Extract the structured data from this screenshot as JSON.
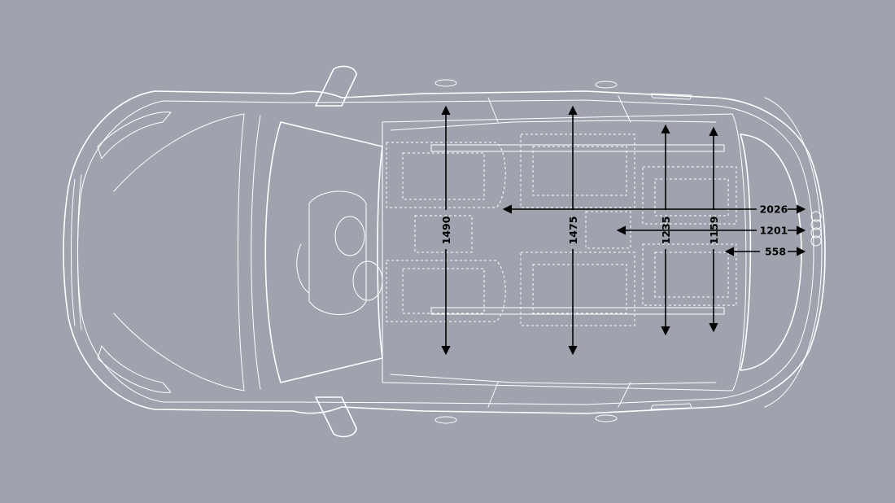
{
  "diagram": {
    "background_color": "#9ea3ad",
    "line_color": "#ffffff",
    "dimension_color": "#000000",
    "vertical_dimensions": [
      {
        "id": "front-seat-width",
        "label": "1490"
      },
      {
        "id": "rear-seat-width",
        "label": "1475"
      },
      {
        "id": "third-row-width",
        "label": "1235"
      },
      {
        "id": "luggage-width",
        "label": "1159"
      }
    ],
    "horizontal_dimensions": [
      {
        "id": "length-to-front-seats",
        "label": "2026"
      },
      {
        "id": "length-to-rear-seats",
        "label": "1201"
      },
      {
        "id": "length-to-third-row",
        "label": "558"
      }
    ]
  }
}
